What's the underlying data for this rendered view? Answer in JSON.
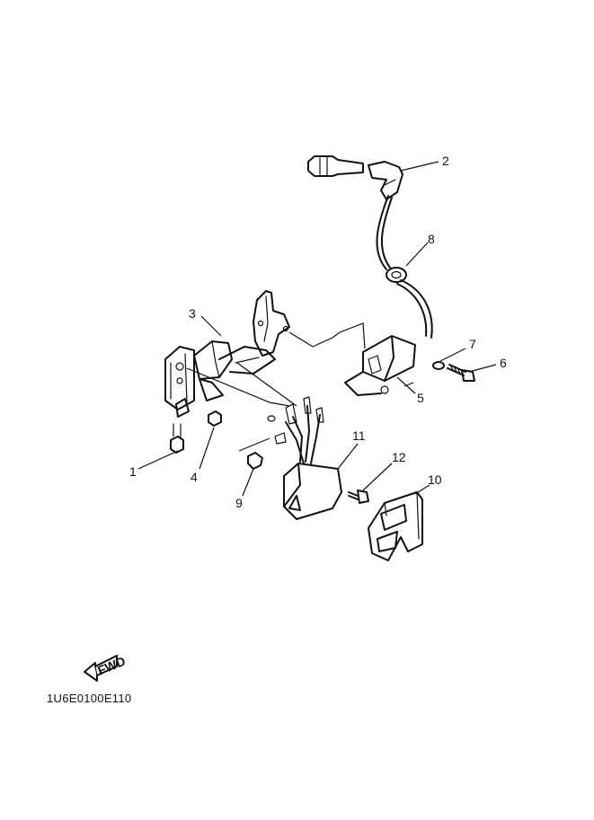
{
  "callouts": {
    "c1": "1",
    "c2": "2",
    "c3": "3",
    "c4": "4",
    "c5": "5",
    "c6": "6",
    "c7": "7",
    "c8": "8",
    "c9": "9",
    "c10": "10",
    "c11": "11",
    "c12": "12"
  },
  "fwd_label": "FWD",
  "drawing_code": "1U6E0100E110"
}
